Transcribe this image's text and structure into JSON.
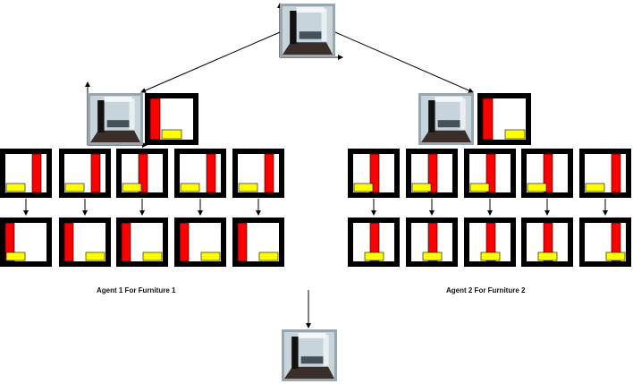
{
  "labels": {
    "agent1": "Agent 1 For Furniture 1",
    "agent2": "Agent 2 For Furniture 2"
  },
  "colors": {
    "frame": "#000000",
    "red_furniture": "#ff0000",
    "yellow_furniture": "#ffff00",
    "room_wall": "#c8d4dc",
    "room_floor": "#3a2e2a",
    "background": "#ffffff"
  },
  "trees": [
    {
      "name": "agent1",
      "top_pair_order": [
        "render",
        "layout"
      ],
      "upper_row": [
        {
          "red": "right",
          "yellow": "bottom-left"
        },
        {
          "red": "right",
          "yellow": "bottom-left"
        },
        {
          "red": "center",
          "yellow": "bottom-left"
        },
        {
          "red": "right",
          "yellow": "bottom-left"
        },
        {
          "red": "right",
          "yellow": "bottom-left"
        }
      ],
      "lower_row": [
        {
          "red": "left",
          "yellow": "bottom-left"
        },
        {
          "red": "left",
          "yellow": "bottom-right"
        },
        {
          "red": "left",
          "yellow": "bottom-right"
        },
        {
          "red": "left",
          "yellow": "bottom-right"
        },
        {
          "red": "left",
          "yellow": "bottom-right"
        }
      ]
    },
    {
      "name": "agent2",
      "top_pair_order": [
        "render",
        "layout"
      ],
      "upper_row": [
        {
          "red": "center",
          "yellow": "bottom-left"
        },
        {
          "red": "center",
          "yellow": "bottom-left"
        },
        {
          "red": "center",
          "yellow": "bottom-left"
        },
        {
          "red": "center",
          "yellow": "bottom-left"
        },
        {
          "red": "right",
          "yellow": "bottom-left"
        }
      ],
      "lower_row": [
        {
          "red": "center",
          "yellow": "bottom-center"
        },
        {
          "red": "center",
          "yellow": "bottom-center"
        },
        {
          "red": "center",
          "yellow": "bottom-center"
        },
        {
          "red": "center",
          "yellow": "bottom-center"
        },
        {
          "red": "right",
          "yellow": "bottom-right"
        }
      ]
    }
  ]
}
